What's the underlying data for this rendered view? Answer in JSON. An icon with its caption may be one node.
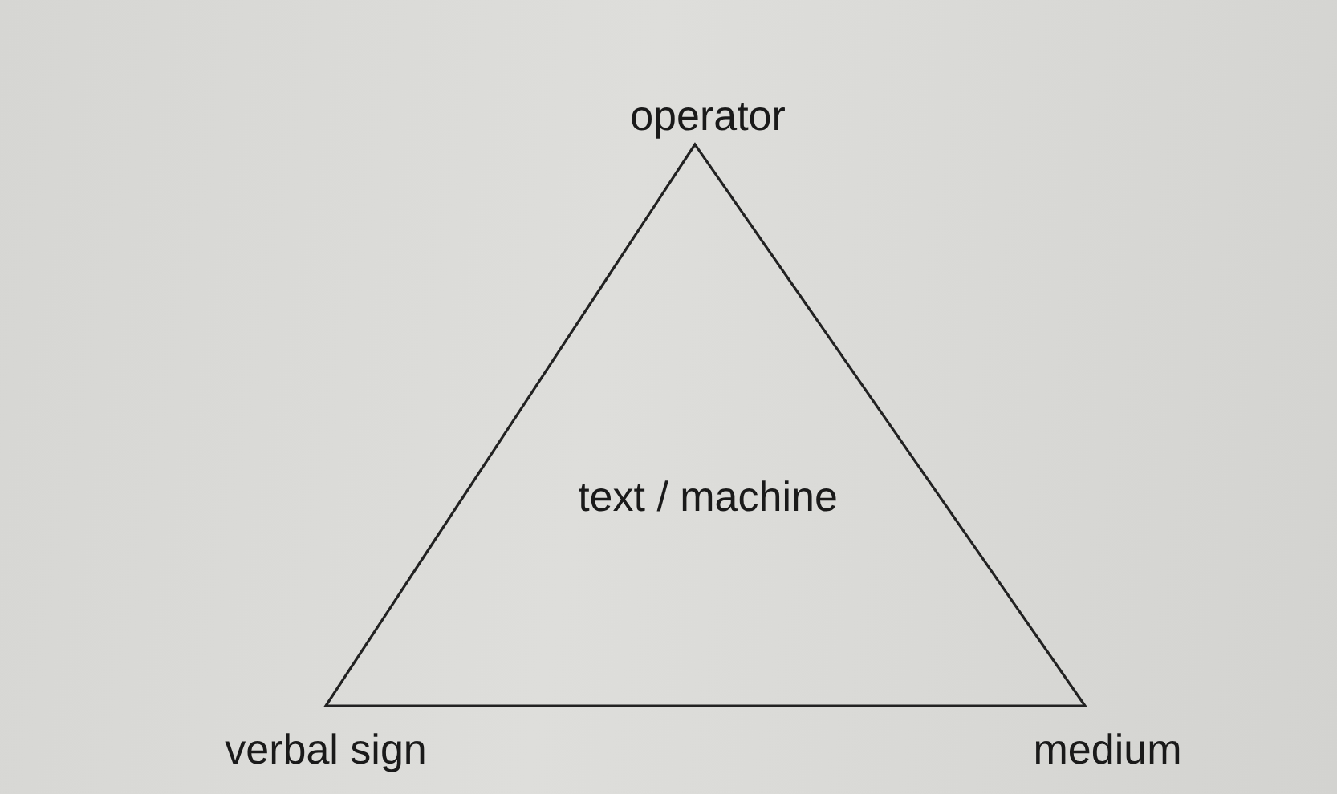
{
  "diagram": {
    "nodes": [
      {
        "text": [
          "text / machine"
        ],
        "beside": [
          "operator",
          "verbal sign",
          "medium"
        ]
      }
    ]
  }
}
